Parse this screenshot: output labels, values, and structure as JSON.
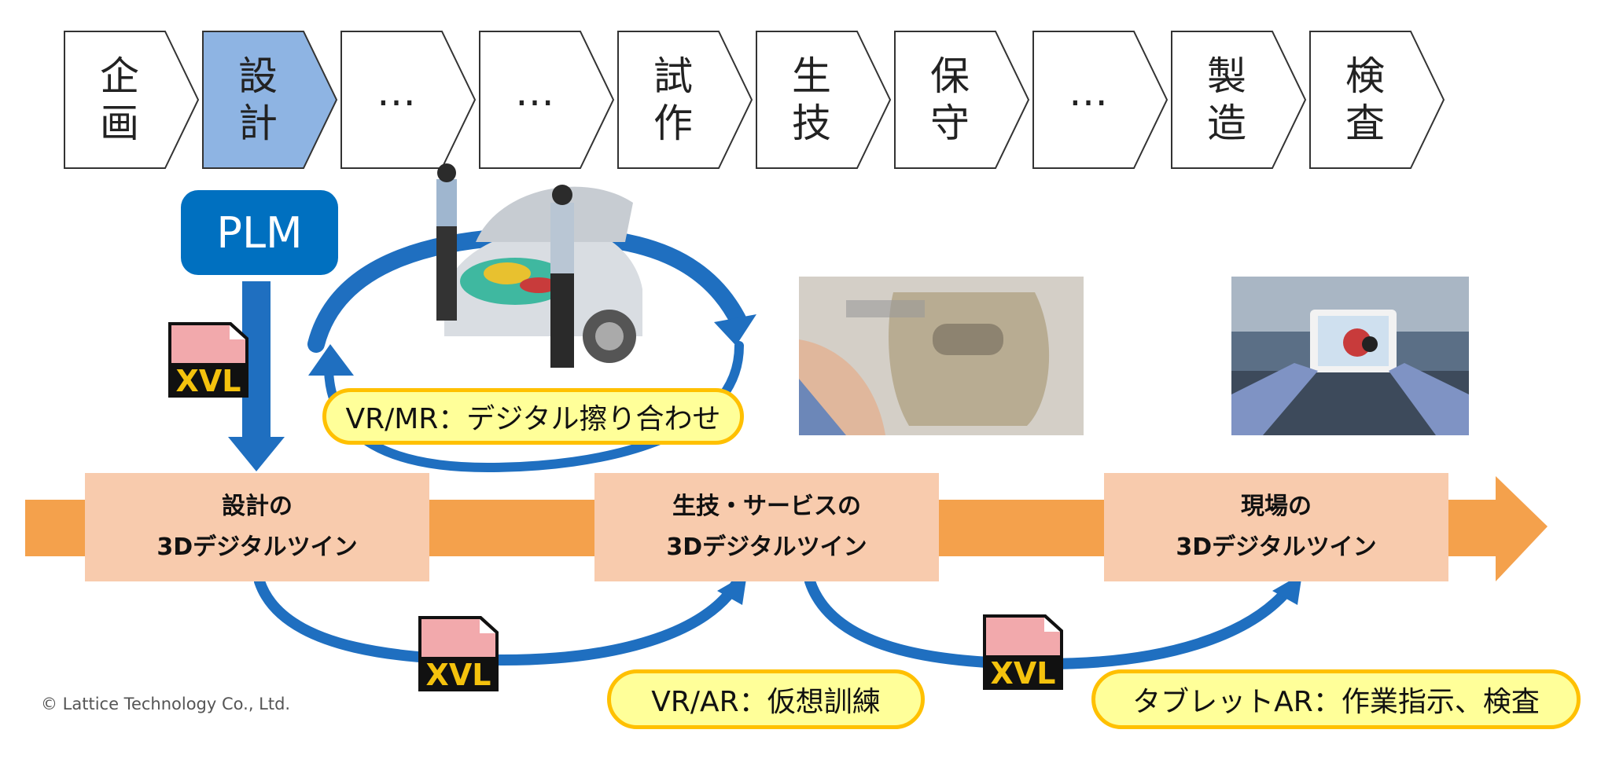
{
  "process_steps": [
    {
      "label": "企画",
      "highlighted": false
    },
    {
      "label": "設計",
      "highlighted": true
    },
    {
      "label": "…",
      "highlighted": false
    },
    {
      "label": "…",
      "highlighted": false
    },
    {
      "label": "試作",
      "highlighted": false
    },
    {
      "label": "生技",
      "highlighted": false
    },
    {
      "label": "保守",
      "highlighted": false
    },
    {
      "label": "…",
      "highlighted": false
    },
    {
      "label": "製造",
      "highlighted": false
    },
    {
      "label": "検査",
      "highlighted": false
    }
  ],
  "plm_label": "PLM",
  "xvl_label": "XVL",
  "stages": [
    {
      "line1": "設計の",
      "line2": "3Dデジタルツイン"
    },
    {
      "line1": "生技・サービスの",
      "line2": "3Dデジタルツイン"
    },
    {
      "line1": "現場の",
      "line2": "3Dデジタルツイン"
    }
  ],
  "callouts": {
    "vr_mr": "VR/MR：デジタル擦り合わせ",
    "vr_ar": "VR/AR：仮想訓練",
    "tablet_ar": "タブレットAR：作業指示、検査"
  },
  "copyright": "© Lattice Technology Co., Ltd.",
  "colors": {
    "highlight": "#8eb4e3",
    "plm": "#0070c0",
    "arrow_blue": "#1f6fc0",
    "timeline": "#f4a14c",
    "stage_box": "#f8cbad",
    "callout_fill": "#ffff99",
    "callout_border": "#ffc000"
  }
}
